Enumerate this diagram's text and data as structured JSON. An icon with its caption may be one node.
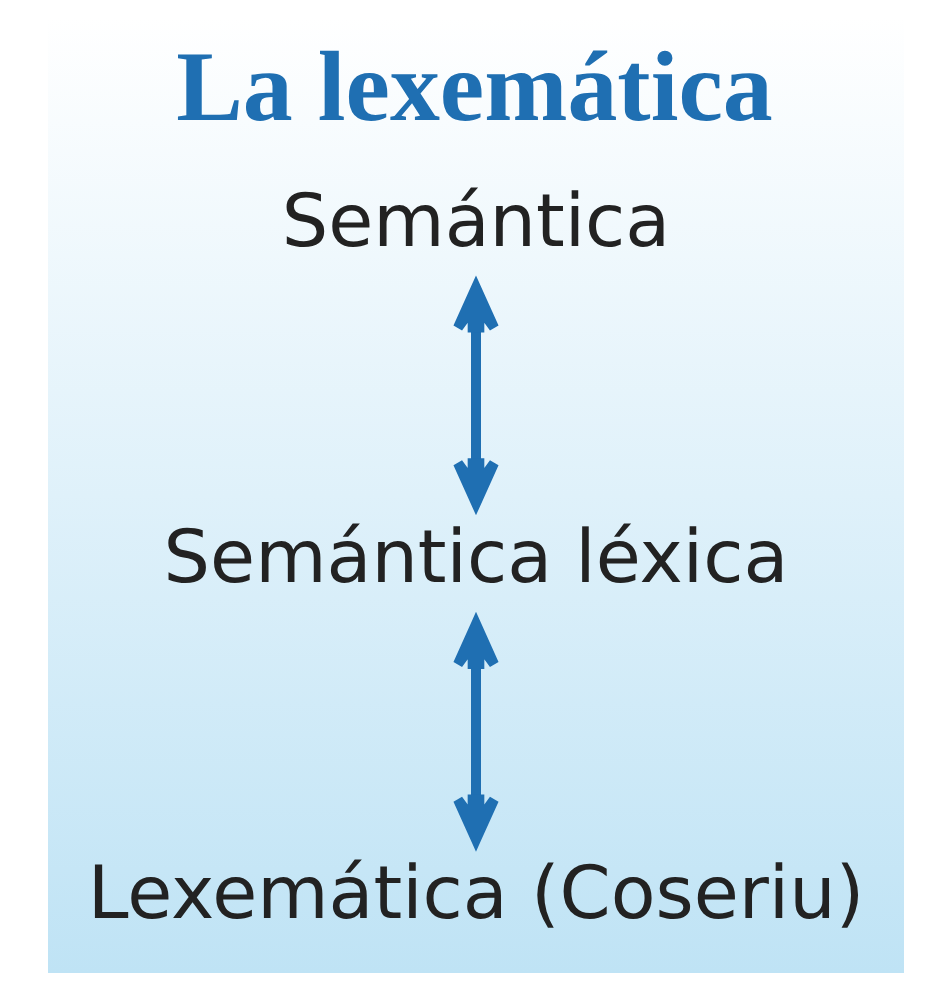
{
  "diagram": {
    "title": "La lexemática",
    "nodes": [
      {
        "text": [
          "Semántica"
        ]
      },
      {
        "text": [
          "Semántica léxica"
        ]
      },
      {
        "text": [
          "Lexemática (Coseriu)"
        ]
      }
    ],
    "edges": [
      {
        "from": 0,
        "to": 1,
        "arrow": "both"
      },
      {
        "from": 1,
        "to": 2,
        "arrow": "both"
      }
    ]
  }
}
